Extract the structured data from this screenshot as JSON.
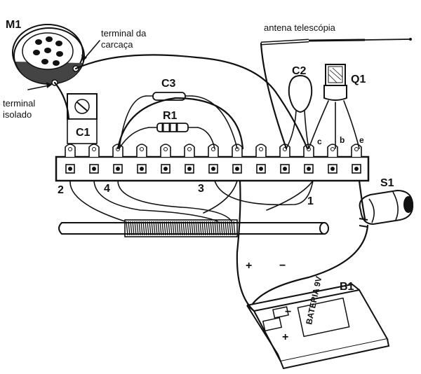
{
  "labels": {
    "m1": "M1",
    "terminal_carcaca_1": "terminal da",
    "terminal_carcaca_2": "carcaça",
    "terminal_isolado_1": "terminal",
    "terminal_isolado_2": "isolado",
    "antena": "antena telescópia",
    "c1": "C1",
    "c2": "C2",
    "c3": "C3",
    "r1": "R1",
    "q1": "Q1",
    "s1": "S1",
    "b1": "B1",
    "pin_c": "c",
    "pin_b": "b",
    "pin_e": "e",
    "node_1": "1",
    "node_2": "2",
    "node_3": "3",
    "node_4": "4",
    "plus": "+",
    "minus": "−",
    "battery_text": "BATERIA 9V",
    "battery_plus": "+",
    "battery_minus": "−"
  }
}
